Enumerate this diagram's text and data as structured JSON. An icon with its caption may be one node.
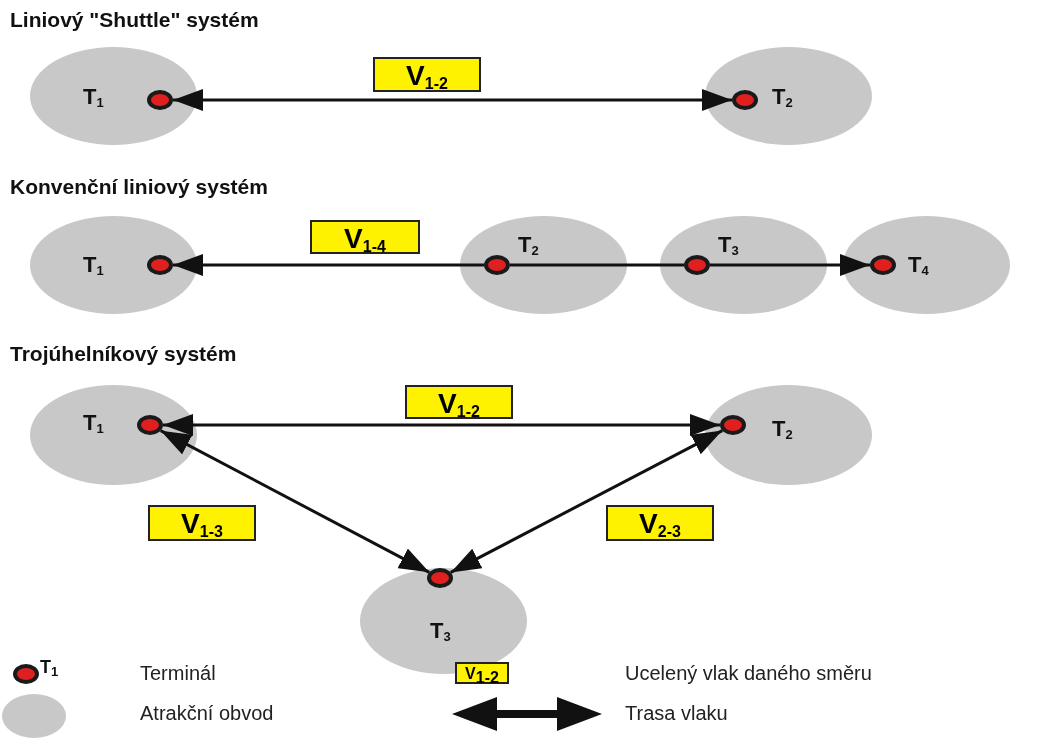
{
  "diagram": {
    "nodes": [
      {
        "text": [
          "T$_{1}$"
        ]
      },
      {
        "text": [],
        "shape": "circle",
        "in": 0
      },
      {
        "text": [
          "T$_{2}$"
        ]
      },
      {
        "text": [],
        "shape": "circle",
        "in": 2
      },
      {
        "text": [
          "T$_{1}$"
        ]
      },
      {
        "text": [],
        "shape": "circle",
        "in": 4
      },
      {
        "text": [
          "T$_{2}$"
        ]
      },
      {
        "text": [],
        "shape": "circle",
        "in": 6
      },
      {
        "text": [
          "T$_{3}$"
        ]
      },
      {
        "text": [],
        "shape": "circle",
        "in": 8
      },
      {
        "text": [
          "T$_{4}$"
        ]
      },
      {
        "text": [],
        "shape": "circle",
        "in": 10
      },
      {
        "text": [
          "T$_{1}$"
        ]
      },
      {
        "text": [],
        "shape": "circle",
        "in": 12
      },
      {
        "text": [
          "T$_{2}$"
        ]
      },
      {
        "text": [],
        "shape": "circle",
        "in": 14
      },
      {
        "text": [
          "T$_{3}$"
        ]
      },
      {
        "text": [],
        "shape": "circle",
        "in": 16
      }
    ],
    "edges": [
      {
        "from": 1,
        "to": 3,
        "arrow": "both",
        "label": "V$_{1-2}$"
      },
      {
        "from": 7,
        "to": 5,
        "arrow": "to",
        "label": "V$_{1-4}$"
      },
      {
        "from": 7,
        "to": 9,
        "arrow": "none"
      },
      {
        "from": 9,
        "to": 11,
        "arrow": "to"
      },
      {
        "from": 13,
        "to": 15,
        "arrow": "both",
        "label": "V$_{1-2}$"
      },
      {
        "from": 13,
        "to": 17,
        "arrow": "both",
        "label": "V$_{1-3}$"
      },
      {
        "from": 15,
        "to": 17,
        "arrow": "both",
        "label": "V$_{2-3}$"
      }
    ],
    "labels": [
      "Liniový \"Shuttle\" systém",
      "Konvenční liniový systém",
      "Trojúhelníkový systém",
      "T$_{1}$",
      "V$_{1-2}$"
    ],
    "legend": [
      {
        "text": "Terminál"
      },
      {
        "text": "Atrakční obvod",
        "color": "#c8c8c8"
      },
      {
        "text": "Ucelený vlak daného směru"
      },
      {
        "text": "Trasa vlaku"
      }
    ]
  }
}
